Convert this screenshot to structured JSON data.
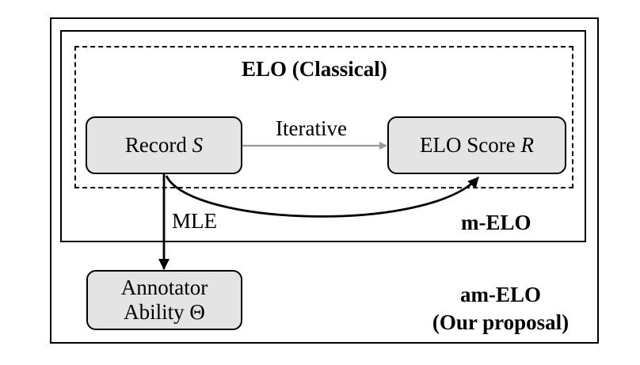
{
  "am_elo": {
    "title_line1": "am-ELO",
    "title_line2": "(Our proposal)"
  },
  "m_elo": {
    "title": "m-ELO"
  },
  "elo_classical": {
    "title": "ELO (Classical)"
  },
  "nodes": {
    "record": {
      "text": "Record ",
      "var": "S"
    },
    "elo_score": {
      "text": "ELO Score ",
      "var": "R"
    },
    "annotator": {
      "line1": "Annotator",
      "line2": "Ability Θ"
    }
  },
  "edges": {
    "iterative": {
      "label": "Iterative",
      "color": "#999999"
    },
    "mle": {
      "label": "MLE",
      "color": "#000000"
    },
    "curved": {
      "color": "#000000"
    }
  }
}
